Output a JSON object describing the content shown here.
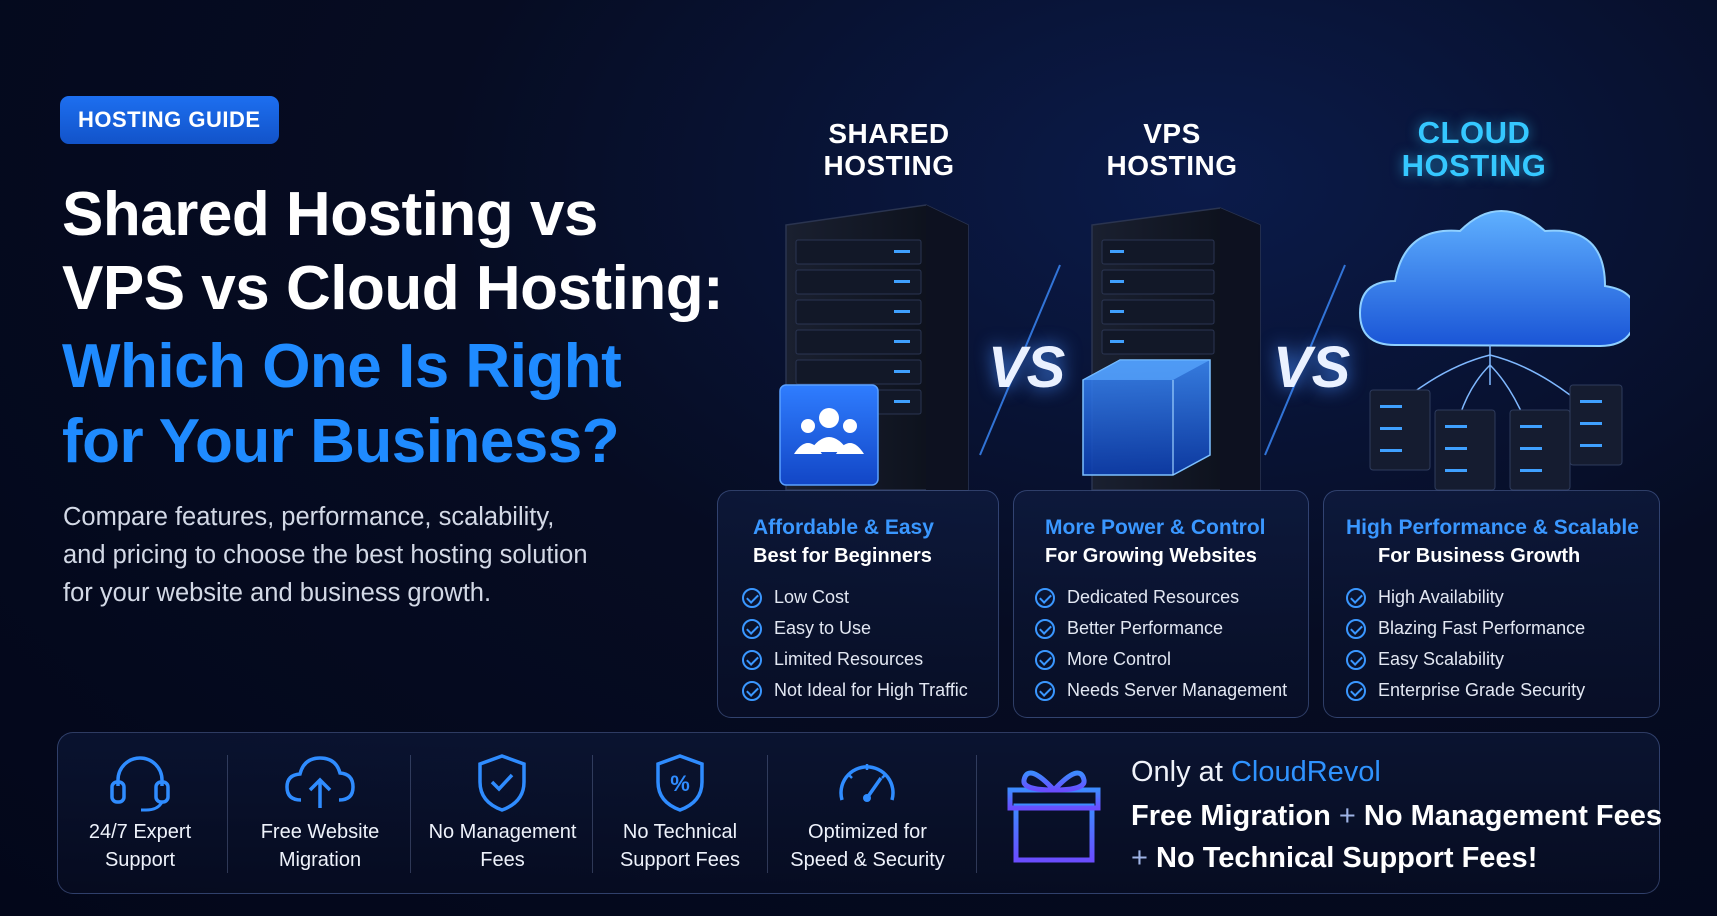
{
  "hero": {
    "badge": "HOSTING GUIDE",
    "title_line1": "Shared Hosting vs",
    "title_line2": "VPS vs Cloud Hosting:",
    "title_line3": "Which One Is Right",
    "title_line4": "for Your Business?",
    "subtitle_line1": "Compare features, performance, scalability,",
    "subtitle_line2": "and pricing to choose the best hosting solution",
    "subtitle_line3": "for your website and business growth."
  },
  "columns": [
    {
      "title_line1": "SHARED",
      "title_line2": "HOSTING",
      "tagline": "Affordable & Easy",
      "audience": "Best for Beginners",
      "features": [
        "Low Cost",
        "Easy to Use",
        "Limited Resources",
        "Not Ideal for High Traffic"
      ]
    },
    {
      "title_line1": "VPS",
      "title_line2": "HOSTING",
      "tagline": "More Power & Control",
      "audience": "For Growing Websites",
      "features": [
        "Dedicated Resources",
        "Better Performance",
        "More Control",
        "Needs Server Management"
      ]
    },
    {
      "title_line1": "CLOUD",
      "title_line2": "HOSTING",
      "tagline": "High Performance & Scalable",
      "audience": "For Business Growth",
      "features": [
        "High Availability",
        "Blazing Fast Performance",
        "Easy Scalability",
        "Enterprise Grade Security"
      ]
    }
  ],
  "vs_label": "VS",
  "benefits": [
    {
      "line1": "24/7 Expert",
      "line2": "Support",
      "icon": "headset-icon"
    },
    {
      "line1": "Free Website",
      "line2": "Migration",
      "icon": "cloud-upload-icon"
    },
    {
      "line1": "No Management",
      "line2": "Fees",
      "icon": "shield-check-icon"
    },
    {
      "line1": "No Technical",
      "line2": "Support Fees",
      "icon": "shield-percent-icon"
    },
    {
      "line1": "Optimized for",
      "line2": "Speed & Security",
      "icon": "speedometer-icon"
    }
  ],
  "promo": {
    "prefix": "Only at ",
    "brand": "CloudRevol",
    "line2_a": "Free Migration",
    "plus": "+",
    "line2_b": "No Management Fees",
    "line3": "No Technical Support Fees!",
    "icon": "gift-icon"
  },
  "colors": {
    "accent": "#1f8bff",
    "cyan": "#35c8ff",
    "background": "#060c22"
  }
}
